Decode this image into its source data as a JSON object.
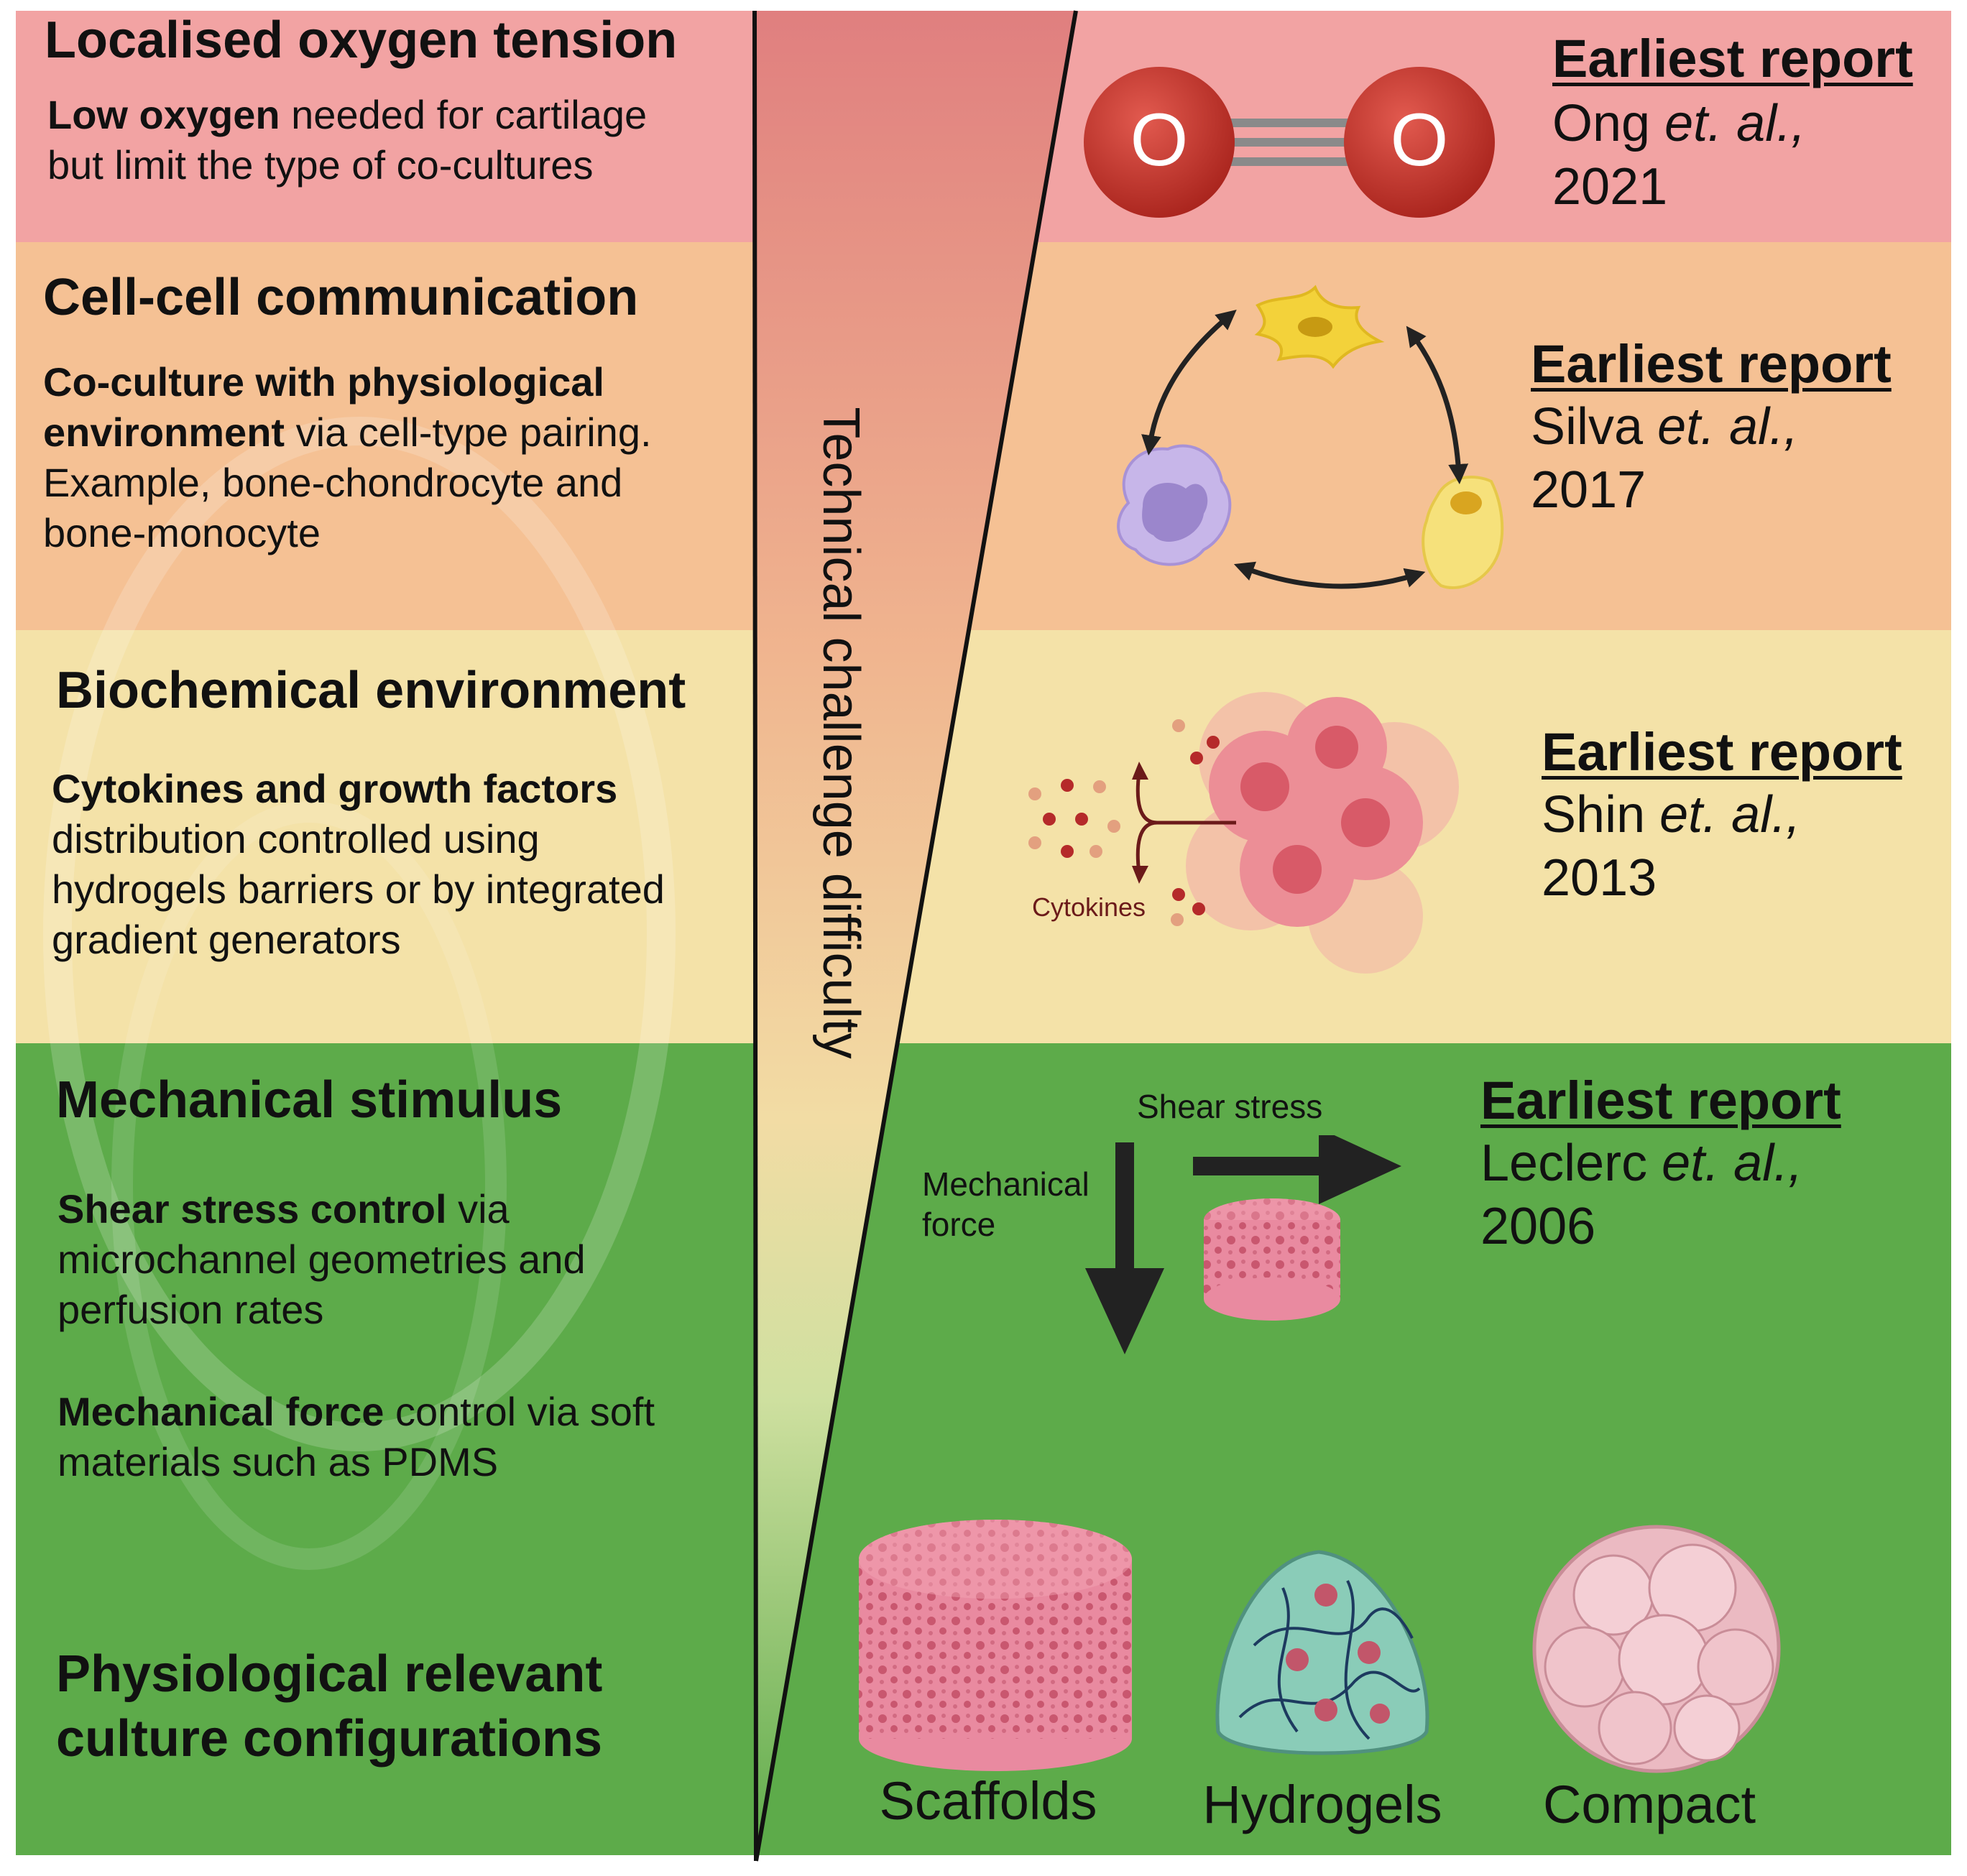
{
  "colors": {
    "oxygen_band": "#f2a3a3",
    "cell_band": "#f5c194",
    "biochem_band": "#f4e2a8",
    "mech_band": "#5dab4a",
    "triangle_top": "#e07f7f",
    "triangle_bottom": "#6cb84f"
  },
  "axis": {
    "label": "Technical challenge difficulty"
  },
  "rows": [
    {
      "title": "Localised oxygen tension",
      "desc_bold": "Low oxygen",
      "desc_rest": " needed for cartilage but limit the type of co-cultures",
      "report_head": "Earliest report",
      "report_name": "Ong ",
      "report_etal": "et. al.,",
      "report_year": "2021",
      "icon": "oxygen-molecule-icon",
      "atom_label": "O"
    },
    {
      "title": "Cell-cell communication",
      "desc_bold": "Co-culture with physiological environment",
      "desc_rest": " via cell-type pairing. Example, bone-chondrocyte and bone-monocyte",
      "report_head": "Earliest report",
      "report_name": "Silva ",
      "report_etal": "et. al.,",
      "report_year": "2017",
      "icon": "cell-communication-cycle-icon"
    },
    {
      "title": "Biochemical environment",
      "desc_bold": "Cytokines and growth factors",
      "desc_rest": " distribution controlled using hydrogels barriers or by integrated gradient generators",
      "report_head": "Earliest report",
      "report_name": "Shin ",
      "report_etal": "et. al.,",
      "report_year": "2013",
      "icon": "cytokine-release-icon",
      "icon_label": "Cytokines"
    },
    {
      "title": "Mechanical stimulus",
      "desc1_bold": "Shear stress control",
      "desc1_rest": " via microchannel geometries and perfusion rates",
      "desc2_bold": "Mechanical force",
      "desc2_rest": " control via soft materials such as PDMS",
      "report_head": "Earliest report",
      "report_name": "Leclerc ",
      "report_etal": "et. al.,",
      "report_year": "2006",
      "icon": "mechanical-stimulus-icon",
      "shear_label": "Shear stress",
      "force_label": "Mechanical force"
    }
  ],
  "configurations": {
    "title": "Physiological relevant culture configurations",
    "items": [
      {
        "label": "Scaffolds",
        "icon": "porous-scaffold-icon"
      },
      {
        "label": "Hydrogels",
        "icon": "hydrogel-icon"
      },
      {
        "label": "Compact",
        "icon": "compact-spheroid-icon"
      }
    ]
  }
}
